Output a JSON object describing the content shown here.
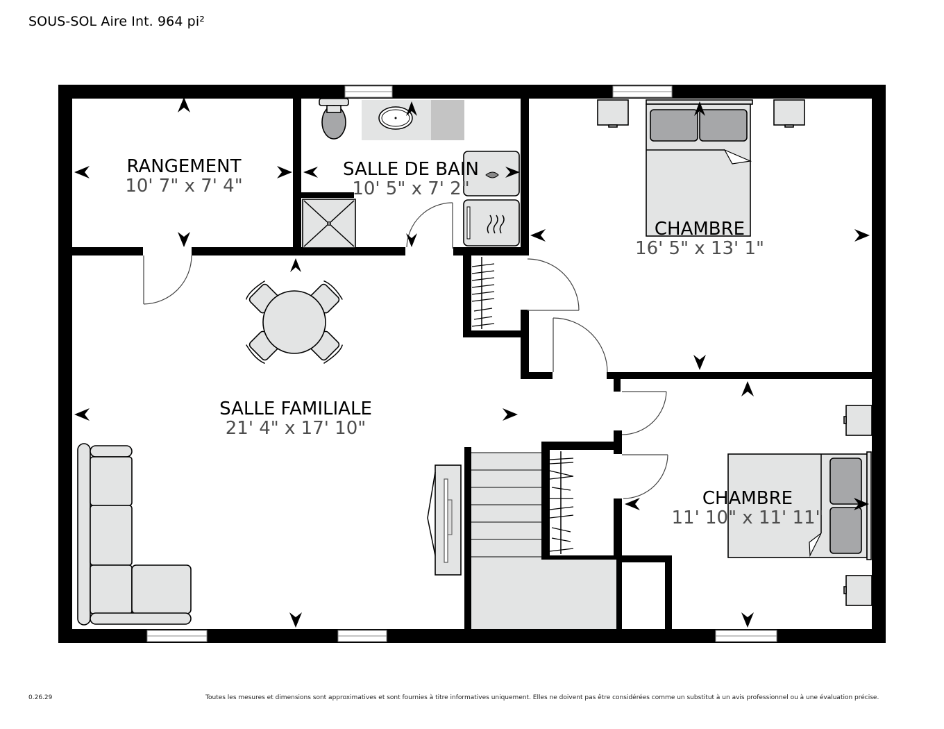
{
  "header": {
    "title": "SOUS-SOL Aire Int. 964 pi²"
  },
  "footer": {
    "version": "0.26.29",
    "disclaimer": "Toutes les mesures et dimensions sont approximatives et sont fournies à titre informatives uniquement. Elles ne doivent pas être considérées comme un substitut à un avis professionnel ou à une évaluation précise."
  },
  "colors": {
    "wall": "#000000",
    "furniture_fill": "#e3e4e4",
    "pillow_fill": "#a6a7a9",
    "dimension_text": "#4d4d4d",
    "counter_dark": "#c4c4c4"
  },
  "rooms": [
    {
      "id": "rangement",
      "name": "RANGEMENT",
      "dimensions": "10' 7\" x 7' 4\""
    },
    {
      "id": "salle-de-bain",
      "name": "SALLE DE BAIN",
      "dimensions": "10' 5\" x 7' 2\""
    },
    {
      "id": "chambre-1",
      "name": "CHAMBRE",
      "dimensions": "16' 5\" x 13' 1\""
    },
    {
      "id": "salle-familiale",
      "name": "SALLE FAMILIALE",
      "dimensions": "21' 4\" x 17' 10\""
    },
    {
      "id": "chambre-2",
      "name": "CHAMBRE",
      "dimensions": "11' 10\" x 11' 11\""
    }
  ],
  "icons": {
    "dimension_arrow": "chevron-arrow",
    "toilet": "toilet-icon",
    "sink": "sink-icon",
    "shower": "shower-icon",
    "washer": "washer-icon",
    "dryer": "dryer-icon",
    "bed": "bed-icon",
    "nightstand": "nightstand-icon",
    "dining_table": "round-table-icon",
    "sofa": "sectional-sofa-icon",
    "tv": "tv-icon",
    "stairs": "stairs-icon",
    "closet": "closet-rod-icon"
  }
}
